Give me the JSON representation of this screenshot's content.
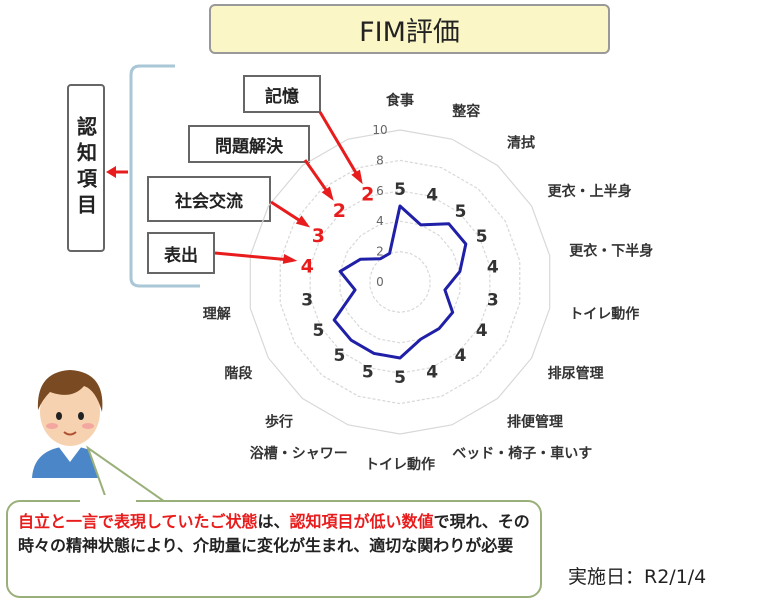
{
  "title": "FIM評価",
  "cognitive_group_label": "認知項目",
  "callouts": {
    "memory": "記憶",
    "problem_solving": "問題解決",
    "social": "社会交流",
    "expression": "表出"
  },
  "chart_data": {
    "type": "radar",
    "categories": [
      "食事",
      "整容",
      "清拭",
      "更衣・上半身",
      "更衣・下半身",
      "トイレ動作",
      "排尿管理",
      "排便管理",
      "ベッド・椅子・車いす",
      "トイレ動作",
      "浴槽・シャワー",
      "歩行",
      "階段",
      "理解",
      "表出",
      "社会交流",
      "問題解決",
      "記憶"
    ],
    "values": [
      5,
      4,
      5,
      5,
      4,
      3,
      4,
      4,
      4,
      5,
      5,
      5,
      5,
      3,
      4,
      3,
      2,
      2
    ],
    "highlighted": [
      "表出",
      "社会交流",
      "問題解決",
      "記憶"
    ],
    "rlim": [
      0,
      10
    ],
    "ticks": [
      "0",
      "2",
      "4",
      "6",
      "8",
      "10"
    ],
    "line_color": "#1f1fa8",
    "highlight_color": "#e81c1c"
  },
  "note": {
    "part1_red": "自立と一言で表現していたご状態",
    "part2": "は、",
    "part3_red": "認知項目が低い数値",
    "part4": "で現れ、その時々の精神状態により、介助量に変化が生まれ、適切な関わりが必要"
  },
  "date": "実施日：R2/1/4"
}
